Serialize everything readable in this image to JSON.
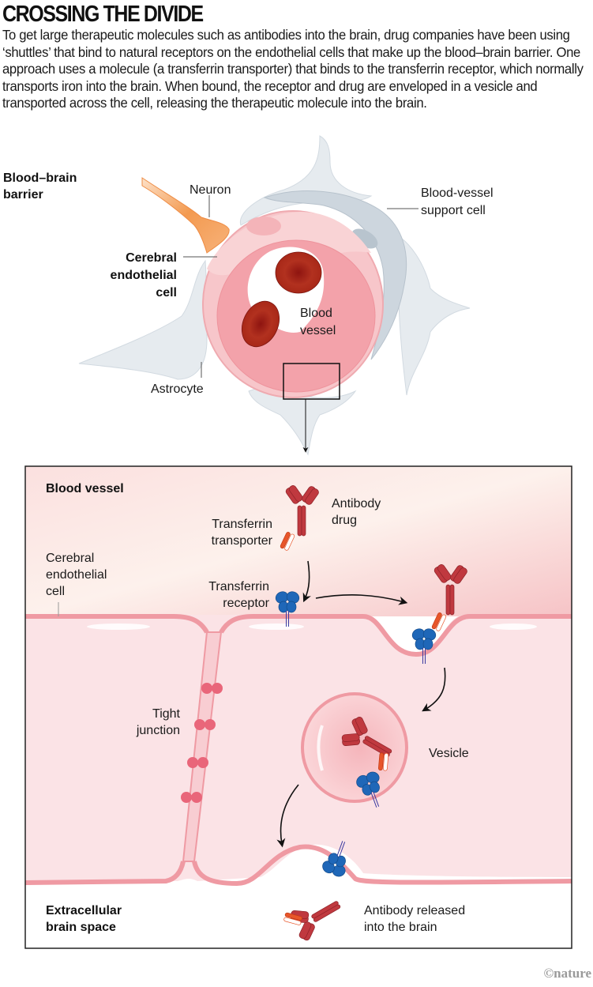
{
  "header": {
    "title": "CROSSING THE DIVIDE",
    "intro": "To get large therapeutic molecules such as antibodies into the brain, drug companies have been using ‘shuttles’ that bind to natural receptors on the endothelial cells that make up the blood–brain barrier. One approach uses a molecule (a transferrin transporter) that binds to the transferrin receptor, which normally transports iron into the brain. When bound, the receptor and drug are enveloped in a vesicle and transported across the cell, releasing the therapeutic molecule into the brain."
  },
  "overview": {
    "section_label": [
      "Blood–brain",
      "barrier"
    ],
    "neuron": "Neuron",
    "support_cell": [
      "Blood-vessel",
      "support cell"
    ],
    "endothelial": [
      "Cerebral",
      "endothelial",
      "cell"
    ],
    "blood_vessel": [
      "Blood",
      "vessel"
    ],
    "astrocyte": "Astrocyte"
  },
  "detail": {
    "blood_vessel": "Blood vessel",
    "endothelial": [
      "Cerebral",
      "endothelial",
      "cell"
    ],
    "transporter": [
      "Transferrin",
      "transporter"
    ],
    "antibody": [
      "Antibody",
      "drug"
    ],
    "receptor": [
      "Transferrin",
      "receptor"
    ],
    "tight_junction": [
      "Tight",
      "junction"
    ],
    "vesicle": "Vesicle",
    "extracellular": [
      "Extracellular",
      "brain space"
    ],
    "released": [
      "Antibody released",
      "into the brain"
    ]
  },
  "colors": {
    "antibody": "#c0393f",
    "transporter": "#e8562a",
    "receptor": "#1f67b8",
    "membrane": "#f0a0a8",
    "cytoplasm": "#fbe3e6",
    "neuron": "#f5a25f",
    "astrocyte": "#e4e9ee"
  },
  "credit": "©nature"
}
